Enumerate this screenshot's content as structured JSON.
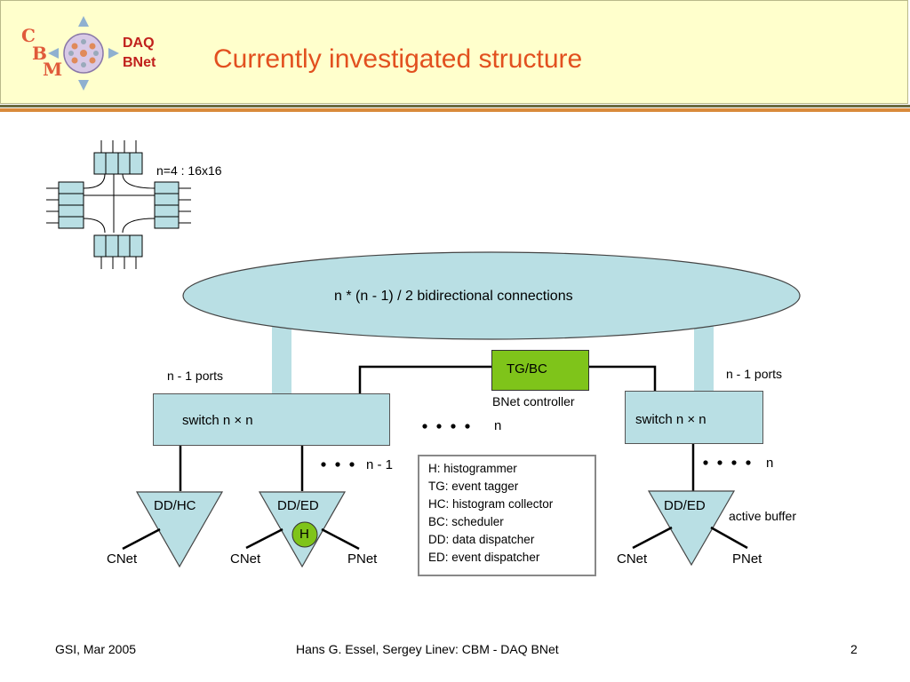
{
  "header": {
    "logo_letters": [
      "C",
      "B",
      "M"
    ],
    "logo_line1": "DAQ",
    "logo_line2": "BNet",
    "title": "Currently investigated structure"
  },
  "diagram": {
    "crossbar_note": "n=4 : 16x16",
    "ellipse_label": "n * (n  - 1) / 2 bidirectional connections",
    "left_ports": "n  - 1 ports",
    "right_ports": "n  - 1 ports",
    "tg_label": "TG/BC",
    "tg_caption": "BNet controller",
    "left_switch": "switch n × n",
    "right_switch": "switch n × n",
    "middle_n": "n",
    "left_count": "n  - 1",
    "right_count": "n",
    "node1": "DD/HC",
    "node2": "DD/ED",
    "node3": "DD/ED",
    "h_label": "H",
    "active_buffer": "active buffer",
    "cnet1": "CNet",
    "cnet2": "CNet",
    "pnet2": "PNet",
    "cnet3": "CNet",
    "pnet3": "PNet"
  },
  "legend": {
    "items": [
      "H: histogrammer",
      "TG: event tagger",
      "HC: histogram collector",
      "BC: scheduler",
      "DD: data dispatcher",
      "ED: event dispatcher"
    ]
  },
  "footer": {
    "left": "GSI, Mar 2005",
    "center": "Hans G. Essel, Sergey Linev: CBM - DAQ BNet",
    "page": "2"
  },
  "colors": {
    "title": "#e2501f",
    "header_bg": "#ffffcc",
    "switch": "#b9dfe4",
    "tg": "#7fc41a"
  }
}
